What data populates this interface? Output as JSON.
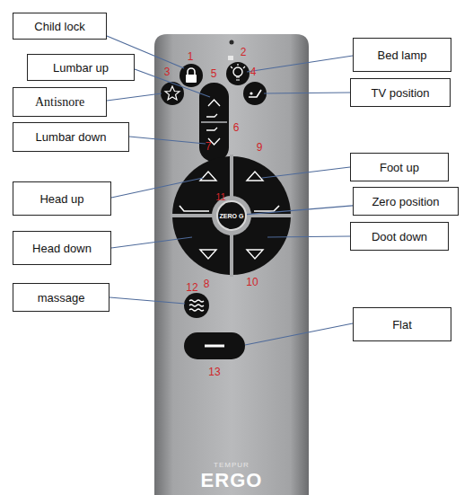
{
  "diagram": {
    "nodes": [
      {
        "text": [
          "Child lock"
        ]
      },
      {
        "text": [
          "Bed lamp"
        ]
      },
      {
        "text": [
          "Lumbar up"
        ]
      },
      {
        "text": [
          "Antisnore"
        ]
      },
      {
        "text": [
          "TV position"
        ]
      },
      {
        "text": [
          "Lumbar down"
        ]
      },
      {
        "text": [
          "Foot up"
        ]
      },
      {
        "text": [
          "Zero position"
        ]
      },
      {
        "text": [
          "ZERO G"
        ]
      },
      {
        "text": [
          "Head up"
        ]
      },
      {
        "text": [
          "Doot down"
        ]
      },
      {
        "text": [
          "Head down"
        ]
      },
      {
        "text": [
          "massage"
        ]
      },
      {
        "text": [
          "Flat"
        ]
      }
    ],
    "edges": [
      {
        "from": 7,
        "to": 8,
        "arrow": "none"
      }
    ],
    "labels": [
      "1",
      "2",
      "3",
      "4",
      "5",
      "6",
      "7",
      "8",
      "9",
      "10",
      "11",
      "12",
      "13",
      "TEMPUR",
      "ERGO"
    ]
  }
}
